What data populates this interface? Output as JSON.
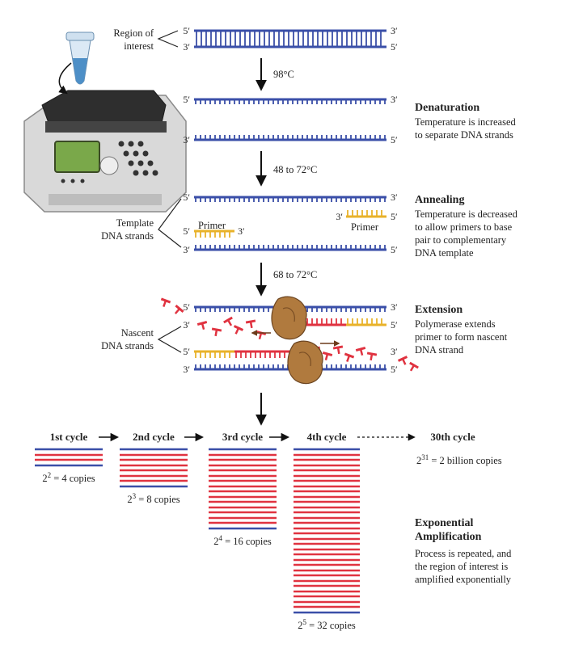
{
  "colors": {
    "blue": "#3a4fa8",
    "red": "#e03340",
    "yellow": "#e8b22a",
    "polymerase": "#b07a3e",
    "arrow": "#111111",
    "machine": "#3b3b3b",
    "tube": "#4d8fc7",
    "screen": "#7aa84a"
  },
  "region_label": [
    "Region of",
    "interest"
  ],
  "end_labels": {
    "five": "5′",
    "three": "3′"
  },
  "steps": [
    {
      "temp": "98°C"
    },
    {
      "temp": "48 to 72°C"
    },
    {
      "temp": "68 to 72°C"
    }
  ],
  "denaturation": {
    "title": "Denaturation",
    "lines": [
      "Temperature is increased",
      "to separate DNA strands"
    ]
  },
  "annealing": {
    "title": "Annealing",
    "lines": [
      "Temperature is decreased",
      "to allow primers to base",
      "pair to complementary",
      "DNA template"
    ]
  },
  "extension": {
    "title": "Extension",
    "lines": [
      "Polymerase extends",
      "primer to form nascent",
      "DNA strand"
    ]
  },
  "template_label": [
    "Template",
    "DNA strands"
  ],
  "nascent_label": [
    "Nascent",
    "DNA strands"
  ],
  "primer_label": "Primer",
  "cycles": [
    {
      "label": "1st cycle",
      "copies_text": "= 4 copies",
      "base": "2",
      "exp": "2",
      "products": 1
    },
    {
      "label": "2nd cycle",
      "copies_text": "= 8 copies",
      "base": "2",
      "exp": "3",
      "products": 3
    },
    {
      "label": "3rd cycle",
      "copies_text": "= 16 copies",
      "base": "2",
      "exp": "4",
      "products": 7
    },
    {
      "label": "4th cycle",
      "copies_text": "= 32 copies",
      "base": "2",
      "exp": "5",
      "products": 15
    }
  ],
  "final_cycle": {
    "label": "30th cycle",
    "base": "2",
    "exp": "31",
    "copies_text": "= 2 billion copies"
  },
  "amplification": {
    "title": [
      "Exponential",
      "Amplification"
    ],
    "lines": [
      "Process is repeated, and",
      "the region of interest is",
      "amplified exponentially"
    ]
  }
}
